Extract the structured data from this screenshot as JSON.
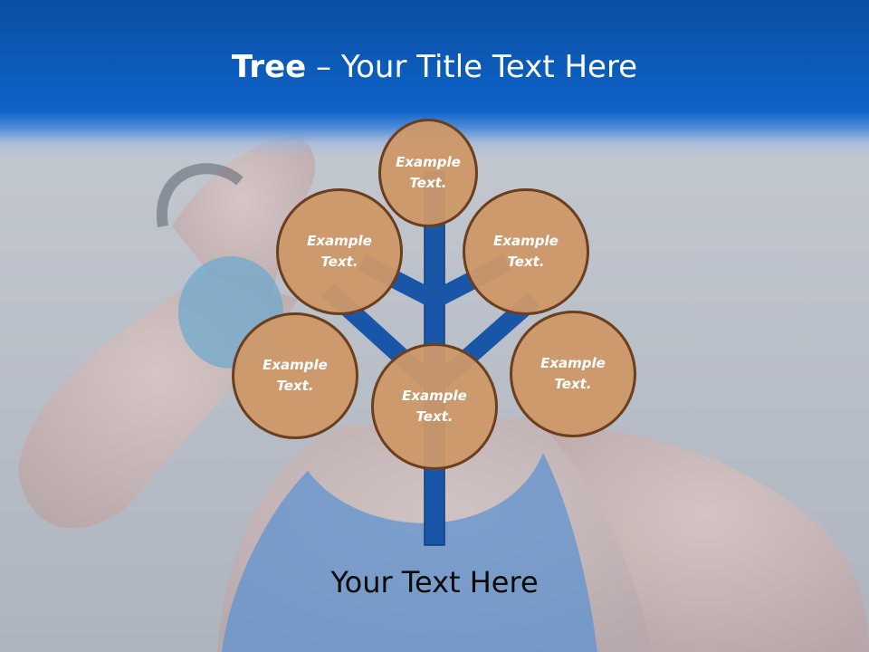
{
  "slide": {
    "title_bold": "Tree",
    "title_rest": " – Your Title Text Here",
    "caption": "Your Text Here"
  },
  "tree": {
    "nodes": [
      {
        "id": "top",
        "text": "Example Text."
      },
      {
        "id": "upper-left",
        "text": "Example Text."
      },
      {
        "id": "upper-right",
        "text": "Example Text."
      },
      {
        "id": "lower-left",
        "text": "Example Text."
      },
      {
        "id": "center",
        "text": "Example Text."
      },
      {
        "id": "lower-right",
        "text": "Example Text."
      }
    ]
  },
  "colors": {
    "banner": "#0e63c7",
    "branch": "#1a56a8",
    "node_fill": "#cd9868",
    "node_border": "#6b3f1e",
    "background": "#b6bcc5"
  }
}
